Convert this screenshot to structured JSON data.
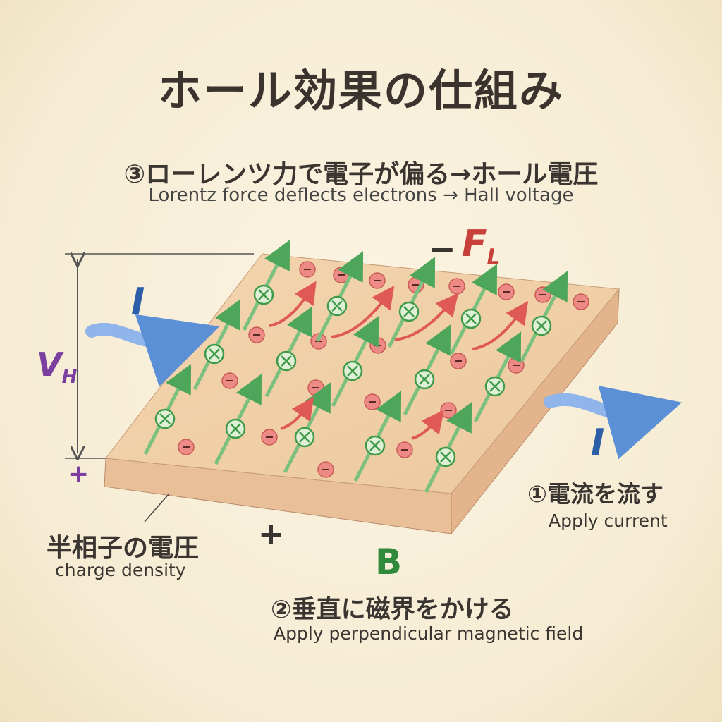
{
  "title": "ホール効果の仕組み",
  "step3": {
    "jp": "③ローレンツ力で電子が偏る→ホール電圧",
    "en": "Lorentz force deflects electrons → Hall voltage"
  },
  "force": {
    "symbol": "F",
    "sub": "L",
    "minus": "−"
  },
  "current_left": "I",
  "current_right": "I",
  "hall_voltage": {
    "symbol": "V",
    "sub": "H"
  },
  "plus_left": "+",
  "plus_bottom": "+",
  "step1": {
    "jp": "①電流を流す",
    "en": "Apply current"
  },
  "charge": {
    "jp": "半相子の電圧",
    "en": "charge density"
  },
  "field": "B",
  "step2": {
    "jp": "②垂直に磁界をかける",
    "en": "Apply perpendicular magnetic field"
  },
  "colors": {
    "electron": "#e26a6a",
    "field": "#4ea65a",
    "current": "#5b8fd6",
    "force": "#c8403a",
    "voltage": "#7b3fa0"
  }
}
